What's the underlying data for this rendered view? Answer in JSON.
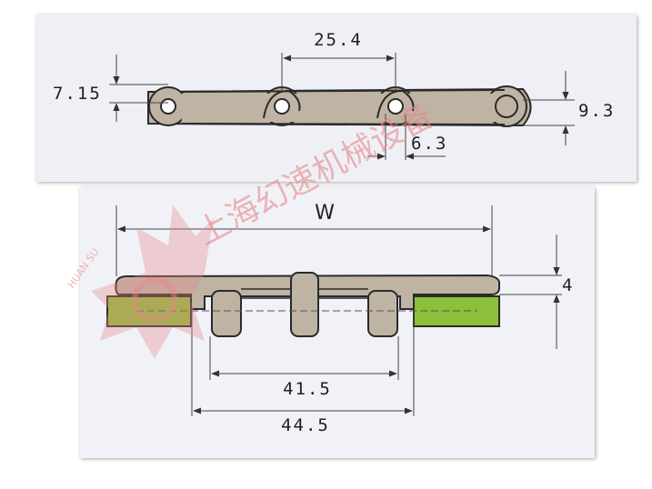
{
  "top_view": {
    "pitch": "25.4",
    "plate_thickness": "7.15",
    "roller_diameter": "9.3",
    "pin_offset": "6.3"
  },
  "cross_section": {
    "width": "W",
    "top_height": "4",
    "inner_span": "41.5",
    "outer_span": "44.5"
  },
  "watermark": {
    "text_cn": "上海幻速机械设备",
    "text_en": "HUAN SU"
  },
  "colors": {
    "link_fill": "#bfb4a4",
    "link_stroke": "#2a2a2a",
    "wear_strip": "#8cbf3a",
    "watermark": "#e6888a"
  }
}
